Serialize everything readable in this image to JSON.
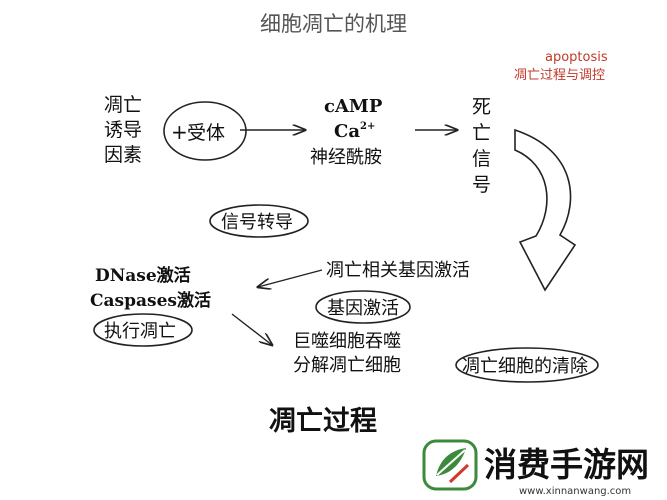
{
  "title": "细胞凋亡的机理",
  "corner": {
    "en": "apoptosis",
    "zh": "凋亡过程与调控"
  },
  "inducers": {
    "line1": "凋亡",
    "line2": "诱导",
    "line3": "因素"
  },
  "receptor": {
    "plus": "+",
    "label": "受体"
  },
  "messengers": {
    "camp": "cAMP",
    "ca": "Ca",
    "ca_sup": "2+",
    "neuro": "神经酰胺"
  },
  "death_signal": {
    "c1": "死",
    "c2": "亡",
    "c3": "信",
    "c4": "号"
  },
  "signal_transduction": "信号转导",
  "gene_activation": "凋亡相关基因激活",
  "gene_activation_oval": "基因激活",
  "enzymes": {
    "dnase": "DNase激活",
    "caspases": "Caspases激活"
  },
  "execution": "执行凋亡",
  "phago": {
    "line1": "巨噬细胞吞噬",
    "line2": "分解凋亡细胞"
  },
  "clearance": "凋亡细胞的清除",
  "process_title": "凋亡过程",
  "watermark": {
    "brand": "消费手游网",
    "url": "www.xinnanwang.com"
  },
  "colors": {
    "line": "#222222",
    "corner_text": "#c0392b",
    "logo_green": "#3c8a3c",
    "logo_red": "#d0392b"
  }
}
